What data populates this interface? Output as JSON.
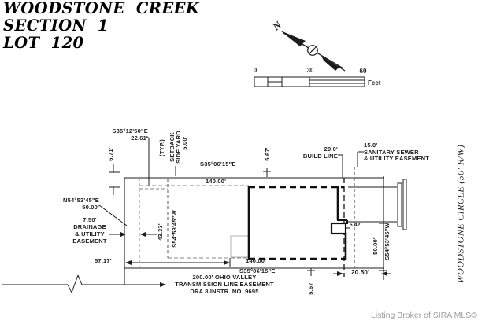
{
  "title": {
    "line1": "WOODSTONE CREEK",
    "line2": "SECTION 1",
    "line3": "LOT 120"
  },
  "north": {
    "label": "N"
  },
  "scale": {
    "t0": "0",
    "t30": "30",
    "t60": "60",
    "unit": "Feet"
  },
  "street": {
    "name": "WOODSTONE CIRCLE (50' R/W)"
  },
  "credit": {
    "text": "Listing Broker of SIRA MLS©"
  },
  "labels": {
    "bearing_nw": "S35°12'50\"E",
    "dist_nw": "22.61'",
    "dist_west_jog": "6.71'",
    "setback_1": "5.00'",
    "setback_2": "SIDE YARD",
    "setback_3": "SETBACK",
    "setback_4": "(TYP.)",
    "bearing_north": "S35°06'15\"E",
    "dist_north": "140.00'",
    "dist_north_jog": "5.67'",
    "build_line_1": "20.0'",
    "build_line_2": "BUILD LINE",
    "sewer_1": "15.0'",
    "sewer_2": "SANITARY SEWER",
    "sewer_3": "& UTILITY EASEMENT",
    "bearing_west": "N54°53'45\"E",
    "dist_west": "50.00'",
    "drainage_1": "7.50'",
    "drainage_2": "DRAINAGE",
    "drainage_3": "& UTILITY",
    "drainage_4": "EASEMENT",
    "dist_inner": "43.33'",
    "bearing_inner": "S54°53'45\"W",
    "dist_sw": "57.17'",
    "dist_south": "140.00'",
    "bearing_south": "S35°06'15\"E",
    "transmission_1": "200.00' OHIO VALLEY",
    "transmission_2": "TRANSMISSION LINE EASEMENT",
    "transmission_3": "DRA 8 INSTR. NO. 9695",
    "dist_south_jog": "5.67'",
    "dist_bump": "5.42'",
    "dist_east": "50.00'",
    "bearing_east": "S54°53'45\"W",
    "dist_front_build": "20.50'"
  },
  "colors": {
    "ink": "#1c1c1c",
    "gray_dash": "#8a8a8a",
    "patio": "#b0b0b0",
    "credit_text": "#9c9c9c"
  }
}
